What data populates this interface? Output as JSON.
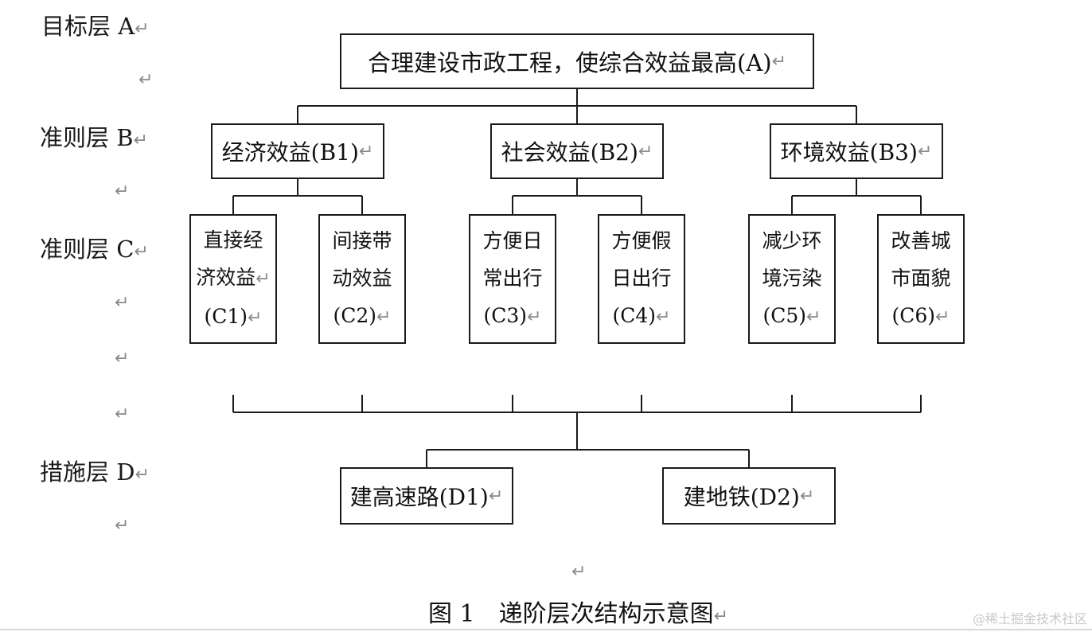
{
  "levels": {
    "a": "目标层 A",
    "b": "准则层 B",
    "c": "准则层 C",
    "d": "措施层 D"
  },
  "return_mark": "↵",
  "goal": "合理建设市政工程，使综合效益最高(A)",
  "criteria_b": [
    "经济效益(B1)",
    "社会效益(B2)",
    "环境效益(B3)"
  ],
  "criteria_c": [
    {
      "line1": "直接经",
      "line2": "济效益",
      "code": "(C1)"
    },
    {
      "line1": "间接带",
      "line2": "动效益",
      "code": "(C2)"
    },
    {
      "line1": "方便日",
      "line2": "常出行",
      "code": "(C3)"
    },
    {
      "line1": "方便假",
      "line2": "日出行",
      "code": "(C4)"
    },
    {
      "line1": "减少环",
      "line2": "境污染",
      "code": "(C5)"
    },
    {
      "line1": "改善城",
      "line2": "市面貌",
      "code": "(C6)"
    }
  ],
  "measures_d": [
    "建高速路(D1)",
    "建地铁(D2)"
  ],
  "caption": {
    "figure": "图 1",
    "title": "递阶层次结构示意图"
  },
  "watermark": "@稀土掘金技术社区"
}
